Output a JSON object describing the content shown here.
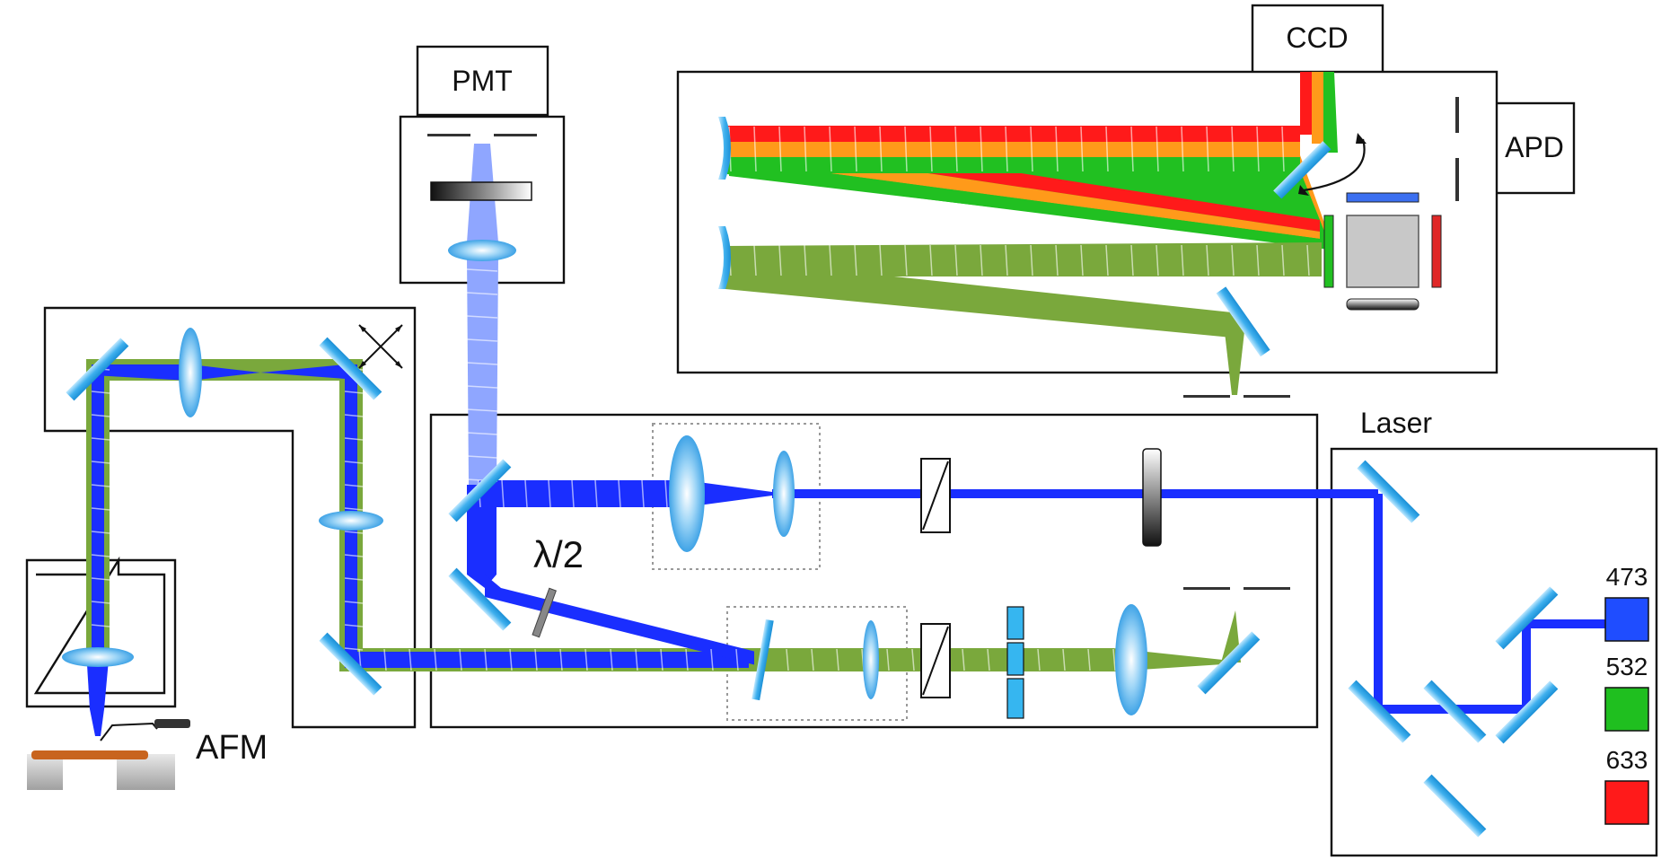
{
  "labels": {
    "ccd": "CCD",
    "apd": "APD",
    "pmt": "PMT",
    "laser": "Laser",
    "afm": "AFM",
    "half_wave": "λ/2"
  },
  "lasers": [
    {
      "wavelength": "473",
      "color": "#1f4dff"
    },
    {
      "wavelength": "532",
      "color": "#1fbf1f"
    },
    {
      "wavelength": "633",
      "color": "#ff1a1a"
    }
  ],
  "colors": {
    "blue_beam": "#1a2eff",
    "green_beam": "#7aa83c",
    "light_blue_beam": "#8fa6ff",
    "red_beam": "#ff1a1a",
    "orange_beam": "#ff9a1a",
    "bright_green_beam": "#21c021",
    "optic": "#3fb0ee",
    "sample": "#c8641e"
  }
}
